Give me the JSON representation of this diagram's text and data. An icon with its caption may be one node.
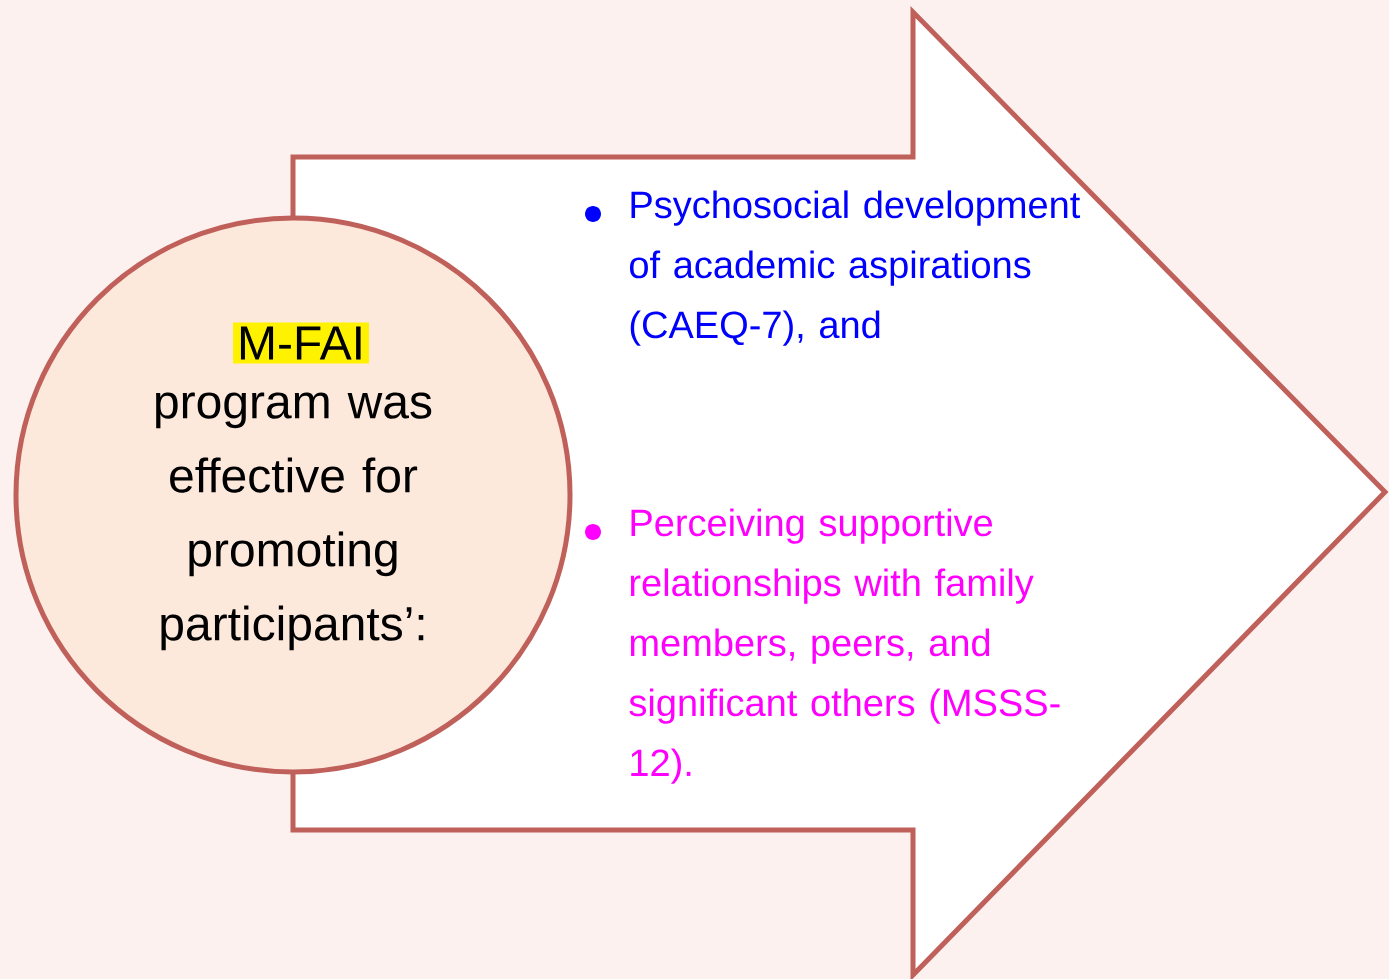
{
  "diagram": {
    "nodes": [
      {
        "text": [
          "M-FAI",
          "program was effective for promoting participants’:"
        ]
      },
      {
        "text": [
          "Psychosocial development of academic aspirations (CAEQ-7), and",
          "Perceiving supportive relationships with family members, peers, and significant others (MSSS-12)."
        ]
      }
    ]
  }
}
